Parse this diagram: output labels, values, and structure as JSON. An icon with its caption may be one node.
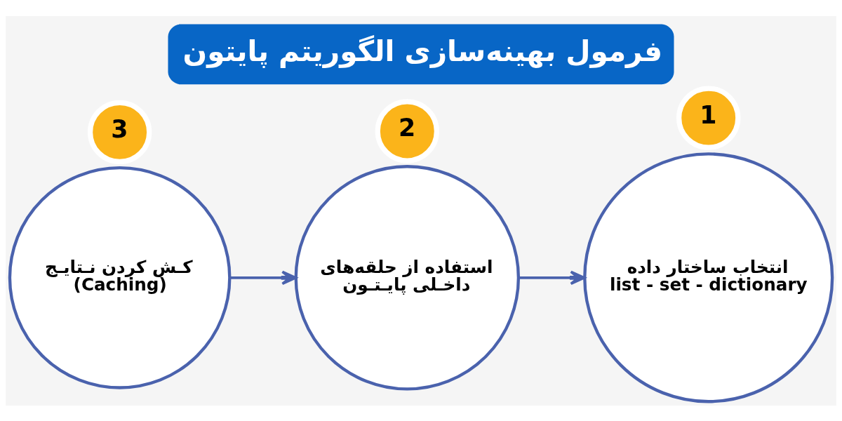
{
  "diagram": {
    "title": "فرمول بهینه‌سازی الگوریتم پایتون",
    "nodes": [
      {
        "text": [
          "1"
        ]
      },
      {
        "text": [
          "انتخاب ساختار داده",
          "list - set - dictionary"
        ]
      },
      {
        "text": [
          "2"
        ]
      },
      {
        "text": [
          "استفاده از حلقه‌های داخـلی پایـتـون"
        ]
      },
      {
        "text": [
          "3"
        ]
      },
      {
        "text": [
          "کـش کردن نـتایـج (Caching)"
        ]
      }
    ],
    "edges": [
      {
        "from": 5,
        "to": 3,
        "arrow": "to"
      },
      {
        "from": 3,
        "to": 1,
        "arrow": "to"
      }
    ]
  }
}
